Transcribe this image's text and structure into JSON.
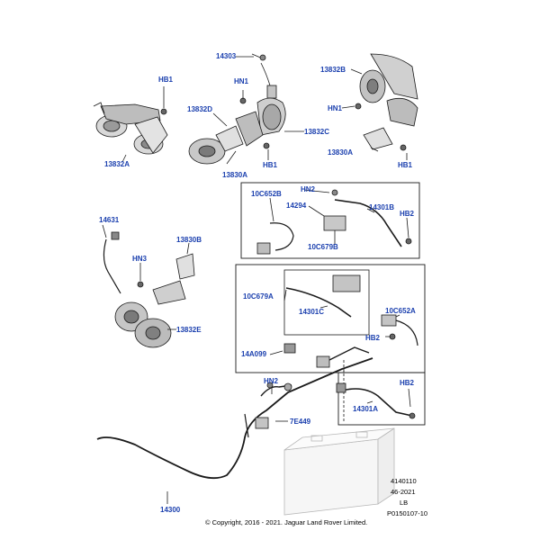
{
  "colors": {
    "callout": "#1a3fae",
    "line": "#1a1a1a",
    "part": "#2a2a2a",
    "background": "#ffffff"
  },
  "callouts": {
    "c14303": "14303",
    "c13832b": "13832B",
    "hb1_left": "HB1",
    "hn1_top": "HN1",
    "c13832d": "13832D",
    "c13832c": "13832C",
    "hn1_right": "HN1",
    "c13832a": "13832A",
    "c13830a_mid": "13830A",
    "hb1_mid": "HB1",
    "c13830a_right": "13830A",
    "hb1_right": "HB1",
    "c10c652b": "10C652B",
    "hn2_top": "HN2",
    "c14294": "14294",
    "c14301b": "14301B",
    "hb2_top": "HB2",
    "c10c679b": "10C679B",
    "c14631": "14631",
    "c13830b": "13830B",
    "hn3": "HN3",
    "c10c679a": "10C679A",
    "c14301c": "14301C",
    "c10c652a": "10C652A",
    "hb2_mid": "HB2",
    "c13832e": "13832E",
    "c14a099": "14A099",
    "hb2_low": "HB2",
    "c14301a": "14301A",
    "hn2_low": "HN2",
    "c7e449": "7E449",
    "c14300": "14300"
  },
  "footer": {
    "ref1": "4140110",
    "ref2": "46-2021",
    "ref3": "LB",
    "ref4": "P0150107-10",
    "copyright": "© Copyright, 2016 - 2021. Jaguar Land Rover Limited."
  }
}
